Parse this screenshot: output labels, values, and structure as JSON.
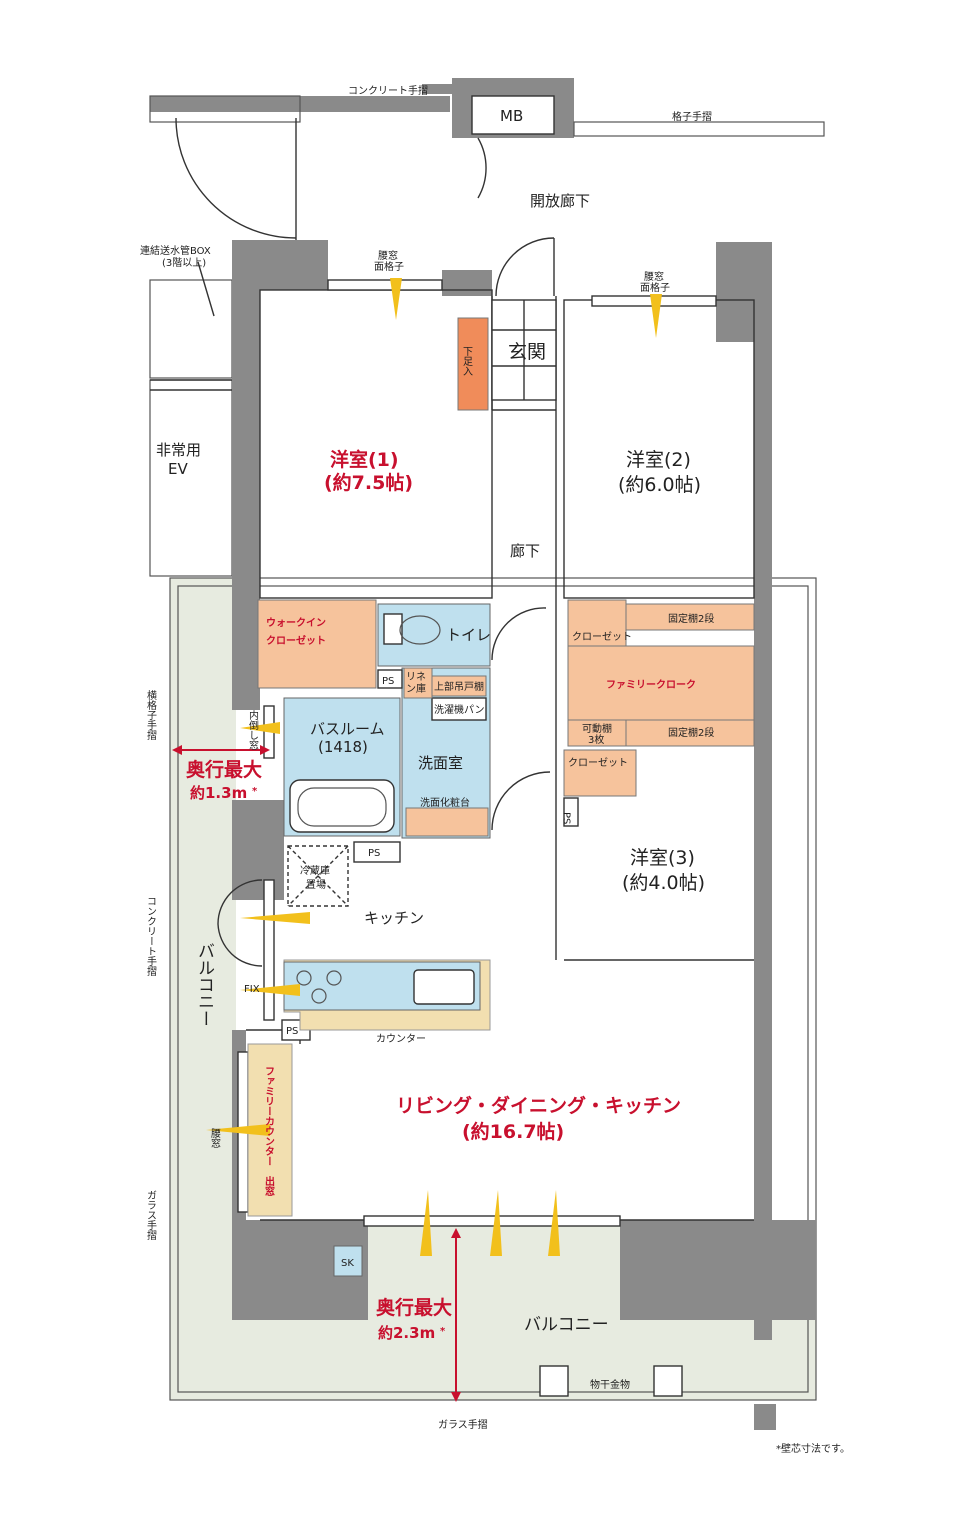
{
  "rooms": {
    "western1_name": "洋室(1)",
    "western1_size": "(約7.5帖)",
    "western2_name": "洋室(2)",
    "western2_size": "(約6.0帖)",
    "western3_name": "洋室(3)",
    "western3_size": "(約4.0帖)",
    "ldk_name": "リビング・ダイニング・キッチン",
    "ldk_size": "(約16.7帖)",
    "entrance": "玄関",
    "corridor": "廊下",
    "kitchen": "キッチン",
    "toilet": "トイレ",
    "washroom": "洗面室",
    "bathroom_name": "バスルーム",
    "bathroom_size": "(1418)",
    "walkin_line1": "ウォークイン",
    "walkin_line2": "クローゼット",
    "family_cloak": "ファミリークローク",
    "closet": "クローゼット",
    "shoe_box": "下足入",
    "family_counter": "ファミリーカウンター",
    "bay_window": "出窓"
  },
  "labels": {
    "concrete_handrail": "コンクリート手摺",
    "lattice_handrail": "格子手摺",
    "mb": "MB",
    "open_corridor": "開放廊下",
    "pipe_box_line1": "連結送水管BOX",
    "pipe_box_line2": "(3階以上)",
    "emergency_ev_line1": "非常用",
    "emergency_ev_line2": "EV",
    "waist_window": "腰窓",
    "lattice_window": "面格子",
    "horizontal_lattice_handrail": "横格子手摺",
    "concrete_handrail_side": "コンクリート手摺",
    "glass_handrail_side": "ガラス手摺",
    "glass_handrail_bottom": "ガラス手摺",
    "balcony_side": "バルコニー",
    "balcony_bottom": "バルコニー",
    "fixed_shelf_top": "固定棚2段",
    "fixed_shelf_bottom": "固定棚2段",
    "movable_shelf_line1": "可動棚",
    "movable_shelf_line2": "3枚",
    "ps": "PS",
    "linen_line1": "リネ",
    "linen_line2": "ン庫",
    "upper_cabinet": "上部吊戸棚",
    "washer_pan": "洗濯機パン",
    "vanity": "洗面化粧台",
    "fridge_line1": "冷蔵庫",
    "fridge_line2": "置場",
    "counter": "カウンター",
    "fix": "FIX",
    "inward_tilt": "内倒し窓",
    "drying_hardware": "物干金物",
    "sk": "SK",
    "note": "*壁芯寸法です。"
  },
  "depth": {
    "side_title": "奥行最大",
    "side_value": "約1.3m",
    "bottom_title": "奥行最大",
    "bottom_value": "約2.3m",
    "mark": "*"
  },
  "colors": {
    "wall": "#8a8a8a",
    "water_area": "#bfe0ee",
    "storage": "#f6c39c",
    "storage_dark": "#f08c5a",
    "counter": "#f2dfb0",
    "outdoor": "#e7ebe0",
    "accent_red": "#c8102e"
  }
}
